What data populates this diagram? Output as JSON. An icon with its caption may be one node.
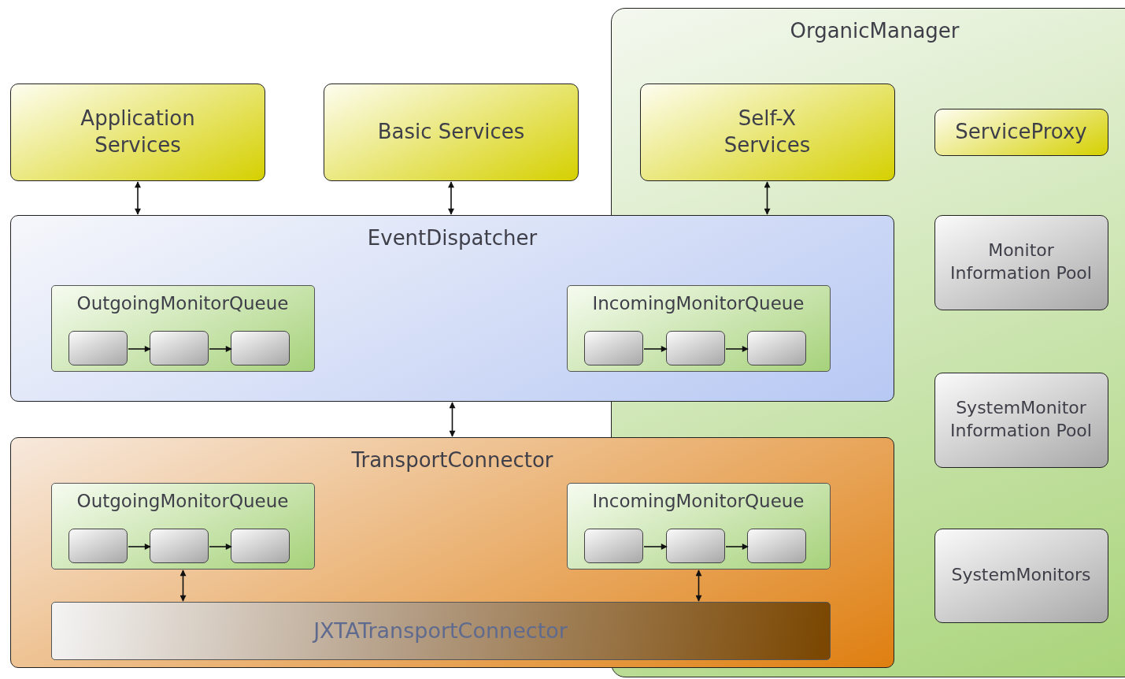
{
  "diagram": {
    "nodes": [
      {
        "text": [
          "OrganicManager"
        ]
      },
      {
        "text": [
          "Application Services"
        ]
      },
      {
        "text": [
          "Basic Services"
        ]
      },
      {
        "text": [
          "Self-X Services"
        ],
        "in": 0
      },
      {
        "text": [
          "ServiceProxy"
        ],
        "in": 0
      },
      {
        "text": [
          "Monitor Information Pool"
        ],
        "in": 0
      },
      {
        "text": [
          "SystemMonitor Information Pool"
        ],
        "in": 0
      },
      {
        "text": [
          "SystemMonitors"
        ],
        "in": 0
      },
      {
        "text": [
          "EventDispatcher"
        ]
      },
      {
        "text": [
          "OutgoingMonitorQueue"
        ],
        "in": 8
      },
      {
        "text": [],
        "shape": "box",
        "in": 9
      },
      {
        "text": [],
        "shape": "box",
        "in": 9
      },
      {
        "text": [],
        "shape": "box",
        "in": 9
      },
      {
        "text": [
          "IncomingMonitorQueue"
        ],
        "in": 8
      },
      {
        "text": [],
        "shape": "box",
        "in": 13
      },
      {
        "text": [],
        "shape": "box",
        "in": 13
      },
      {
        "text": [],
        "shape": "box",
        "in": 13
      },
      {
        "text": [
          "TransportConnector"
        ]
      },
      {
        "text": [
          "OutgoingMonitorQueue"
        ],
        "in": 17
      },
      {
        "text": [],
        "shape": "box",
        "in": 18
      },
      {
        "text": [],
        "shape": "box",
        "in": 18
      },
      {
        "text": [],
        "shape": "box",
        "in": 18
      },
      {
        "text": [
          "IncomingMonitorQueue"
        ],
        "in": 17
      },
      {
        "text": [],
        "shape": "box",
        "in": 22
      },
      {
        "text": [],
        "shape": "box",
        "in": 22
      },
      {
        "text": [],
        "shape": "box",
        "in": 22
      },
      {
        "text": [
          "JXTATransportConnector"
        ],
        "in": 17
      }
    ],
    "edges": [
      {
        "from": 1,
        "to": 8,
        "arrow": "both"
      },
      {
        "from": 2,
        "to": 8,
        "arrow": "both"
      },
      {
        "from": 3,
        "to": 8,
        "arrow": "both"
      },
      {
        "from": 8,
        "to": 17,
        "arrow": "both"
      },
      {
        "from": 10,
        "to": 11,
        "arrow": "to"
      },
      {
        "from": 11,
        "to": 12,
        "arrow": "to"
      },
      {
        "from": 14,
        "to": 15,
        "arrow": "to"
      },
      {
        "from": 15,
        "to": 16,
        "arrow": "to"
      },
      {
        "from": 19,
        "to": 20,
        "arrow": "to"
      },
      {
        "from": 20,
        "to": 21,
        "arrow": "to"
      },
      {
        "from": 23,
        "to": 24,
        "arrow": "to"
      },
      {
        "from": 24,
        "to": 25,
        "arrow": "to"
      },
      {
        "from": 18,
        "to": 26,
        "arrow": "both"
      },
      {
        "from": 22,
        "to": 26,
        "arrow": "both"
      }
    ]
  }
}
